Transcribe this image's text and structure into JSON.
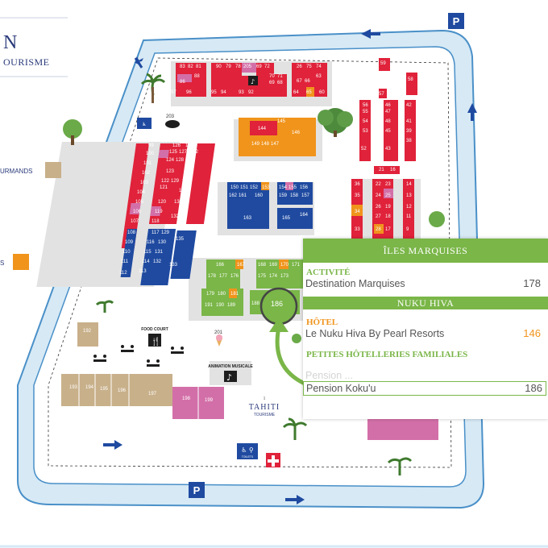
{
  "legend": {
    "title_fragment": "N",
    "subtitle_fragment": "OURISME",
    "item_gourmands": "URMANDS",
    "item_orange": "S",
    "colors": {
      "gourmands": "#c8b08a",
      "orange": "#f0941c"
    }
  },
  "map": {
    "food_court": "FOOD COURT",
    "animation": "ANIMATION MUSICALE",
    "toilets": "TOILETS",
    "parking": "P",
    "tahiti_logo": "TAHITI",
    "tahiti_sub": "TOURISME",
    "tahiti_mark": "1",
    "stand_label_186": "186",
    "stand_203": "203",
    "stand_201": "201",
    "stand_192": "192",
    "bottom_stands": [
      "193",
      "194",
      "195",
      "196",
      "197",
      "198",
      "199"
    ],
    "icons": [
      "parking-icon",
      "arrow-icon",
      "tree-icon",
      "palm-icon",
      "toilet-icon",
      "first-aid-icon",
      "music-icon",
      "food-icon",
      "ice-cream-icon",
      "picnic-table-icon"
    ],
    "colors": {
      "road": "#d6e9f5",
      "road_edge": "#4a90c8",
      "grey": "#e2e2e2",
      "red": "#e0223a",
      "pink": "#d36fa8",
      "blue": "#1f4aa0",
      "green": "#7ab648",
      "orange": "#f0941c",
      "tan": "#c8b08a"
    }
  },
  "popup": {
    "band_top": "ÎLES MARQUISES",
    "cat_activite": "ACTIVITÉ",
    "entry_activite": {
      "name": "Destination Marquises",
      "stand": "178"
    },
    "band_mid": "NUKU HIVA",
    "cat_hotel": "HÔTEL",
    "entry_hotel": {
      "name": "Le Nuku Hiva By Pearl Resorts",
      "stand": "146"
    },
    "cat_pension": "PETITES HÔTELLERIES FAMILIALES",
    "entry_hidden": "Pension ...",
    "entry_pension": {
      "name": "Pension Koku'u",
      "stand": "186"
    },
    "colors": {
      "band": "#7ab648",
      "category_green": "#7ab648",
      "category_orange": "#f0941c",
      "stand_number": "#f0941c"
    }
  }
}
